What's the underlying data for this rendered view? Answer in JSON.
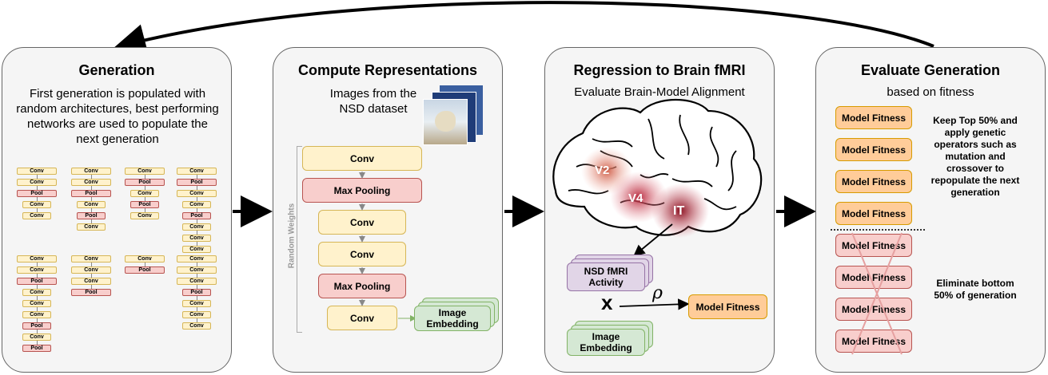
{
  "panels": {
    "generation": {
      "title": "Generation",
      "description": "First generation is populated with random architectures, best performing networks are used to populate the next generation"
    },
    "compute": {
      "title": "Compute Representations",
      "images_label": "Images from the NSD dataset",
      "side_label": "Random Weights",
      "layers": [
        "Conv",
        "Max Pooling",
        "Conv",
        "Conv",
        "Max Pooling",
        "Conv"
      ],
      "embedding": "Image Embedding"
    },
    "regression": {
      "title": "Regression to Brain fMRI",
      "subtitle": "Evaluate Brain-Model Alignment",
      "regions": [
        "V2",
        "V4",
        "IT"
      ],
      "fmri": "NSD fMRI Activity",
      "embedding": "Image Embedding",
      "operator": "x",
      "rho": "ρ",
      "fitness": "Model Fitness"
    },
    "evaluate": {
      "title": "Evaluate Generation",
      "subtitle": "based on fitness",
      "fitness_label": "Model Fitness",
      "keep_text": "Keep Top 50% and apply genetic operators such as mutation and crossover to repopulate the next generation",
      "eliminate_text": "Eliminate bottom 50% of generation"
    }
  },
  "mini_networks": {
    "conv_label": "Conv",
    "pool_label": "Pool"
  },
  "colors": {
    "conv_fill": "#fff2cc",
    "pool_fill": "#f8cecc",
    "embedding_fill": "#d5e8d4",
    "fmri_fill": "#e1d5e7",
    "fitness_fill": "#ffcc99",
    "eliminate_cross": "#e6a0a0"
  }
}
